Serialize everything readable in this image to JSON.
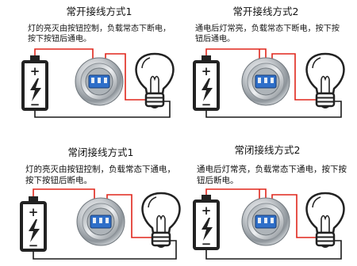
{
  "diagrams": [
    {
      "title": "常开接线方式1",
      "desc": [
        "灯的亮灭由按钮控制，负载常态下断电，",
        "按下按钮后通电。"
      ]
    },
    {
      "title": "常开接线方式2",
      "desc": [
        "通电后灯常亮，负载常态下断电，按下按",
        "钮后通电。"
      ]
    },
    {
      "title": "常闭接线方式1",
      "desc": [
        "灯的亮灭由按钮控制，负载常态下通电，",
        "按下按钮后断电。"
      ]
    },
    {
      "title": "常闭接线方式2",
      "desc": [
        "通电后灯常亮，负载常态下通电，按下按",
        "钮后断电。"
      ]
    }
  ],
  "battery": {
    "plus": "+",
    "minus": "−"
  },
  "colors": {
    "wire_positive": "#e0261c",
    "wire_negative": "#1a1a1a",
    "terminal_block": "#2f6fc9"
  },
  "icons": [
    "battery-icon",
    "lightning-bolt-icon",
    "push-button-switch-icon",
    "light-bulb-icon"
  ]
}
